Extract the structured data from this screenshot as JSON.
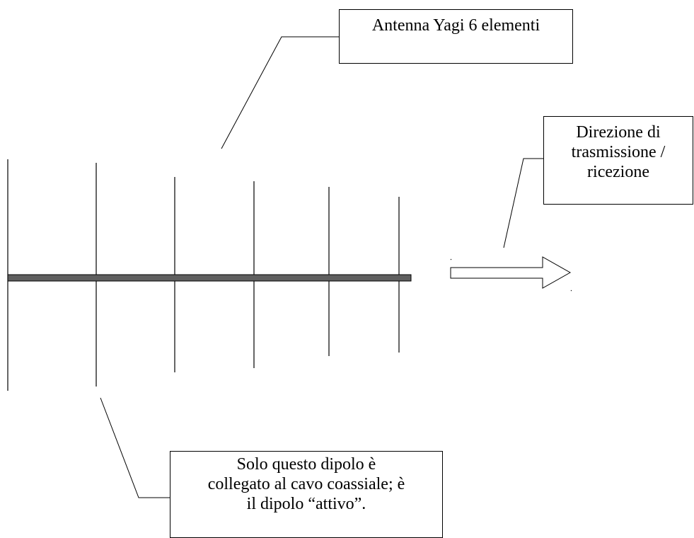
{
  "diagram": {
    "title_callout": {
      "text": "Antenna Yagi 6 elementi"
    },
    "direction_callout": {
      "lines": [
        "Direzione di",
        "trasmissione /",
        "ricezione"
      ]
    },
    "active_dipole_callout": {
      "lines": [
        "Solo questo dipolo è",
        "collegato al cavo coassiale; è",
        "il dipolo “attivo”."
      ]
    },
    "colors": {
      "boom": "#5f5f5f",
      "lines": "#000000",
      "background": "#ffffff"
    }
  }
}
